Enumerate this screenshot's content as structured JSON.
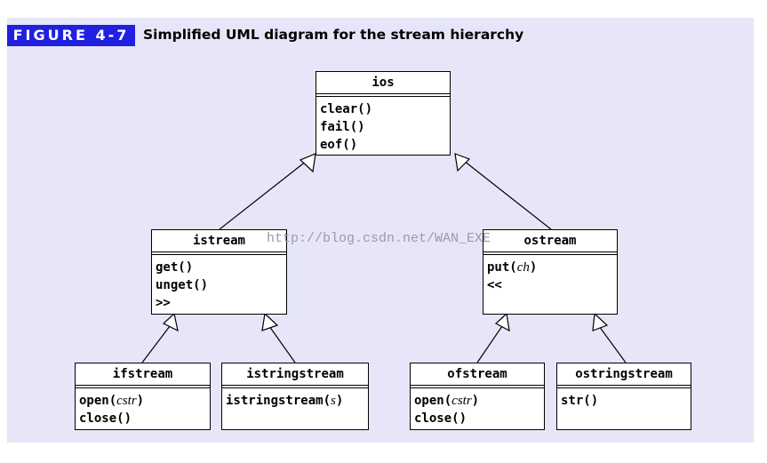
{
  "figure": {
    "label": "FIGURE 4-7",
    "title": "Simplified UML diagram for the stream hierarchy"
  },
  "classes": {
    "ios": {
      "name": "ios",
      "ops": [
        "clear()",
        "fail()",
        "eof()"
      ]
    },
    "istream": {
      "name": "istream",
      "ops": [
        "get()",
        "unget()",
        ">>"
      ]
    },
    "ostream": {
      "name": "ostream",
      "op0": {
        "pre": "put(",
        "arg": "ch",
        "post": ")"
      },
      "op1": "<<"
    },
    "ifstream": {
      "name": "ifstream",
      "op0": {
        "pre": "open(",
        "arg": "cstr",
        "post": ")"
      },
      "op1": "close()"
    },
    "istringstream": {
      "name": "istringstream",
      "op0": {
        "pre": "istringstream(",
        "arg": "s",
        "post": ")"
      }
    },
    "ofstream": {
      "name": "ofstream",
      "op0": {
        "pre": "open(",
        "arg": "cstr",
        "post": ")"
      },
      "op1": "close()"
    },
    "ostringstream": {
      "name": "ostringstream",
      "ops": [
        "str()"
      ]
    }
  },
  "watermark": "http://blog.csdn.net/WAN_EXE"
}
